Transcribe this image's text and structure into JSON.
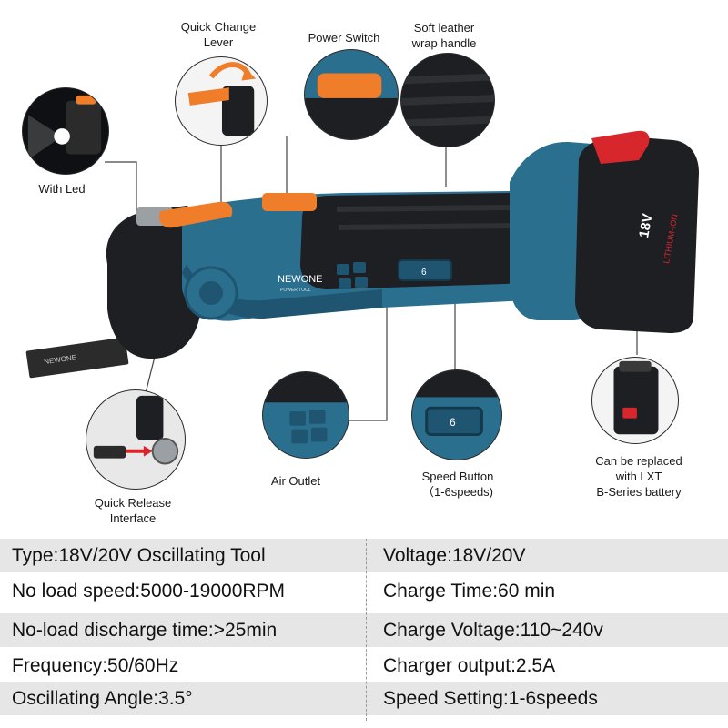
{
  "callouts": {
    "quick_change_lever": [
      "Quick Change",
      "Lever"
    ],
    "power_switch": [
      "Power Switch"
    ],
    "handle": [
      "Soft leather",
      "wrap handle"
    ],
    "led": [
      "With Led"
    ],
    "quick_release": [
      "Quick Release",
      "Interface"
    ],
    "air_outlet": [
      "Air Outlet"
    ],
    "speed_button": [
      "Speed Button",
      "（1-6speeds)"
    ],
    "battery": [
      "Can be replaced",
      "with LXT",
      "B-Series battery"
    ]
  },
  "product_marks": {
    "brand": "NEWONE",
    "brand_sub": "POWER TOOL",
    "battery_voltage": "18V",
    "battery_type": "LITHIUM-ION",
    "speed_dial": "6",
    "blade_brand": "NEWONE"
  },
  "specs": [
    {
      "left": "Type:18V/20V Oscillating Tool",
      "right": "Voltage:18V/20V"
    },
    {
      "left": "No load speed:5000-19000RPM",
      "right": "Charge Time:60 min"
    },
    {
      "left": "No-load discharge time:>25min",
      "right": "Charge Voltage:110~240v"
    },
    {
      "left": "Frequency:50/60Hz",
      "right": "Charger output:2.5A"
    },
    {
      "left": "Oscillating Angle:3.5°",
      "right": "Speed Setting:1-6speeds"
    }
  ],
  "colors": {
    "body_blue": "#2b6f8f",
    "body_blue_dark": "#1f5570",
    "grip_black": "#1e1f22",
    "accent_orange": "#f07d2a",
    "battery_red": "#d8262d",
    "table_shade": "#e6e6e6"
  },
  "icons": {
    "led": "led-light-icon",
    "lever": "lever-arrow-icon",
    "release_arrow": "red-arrow-icon"
  }
}
